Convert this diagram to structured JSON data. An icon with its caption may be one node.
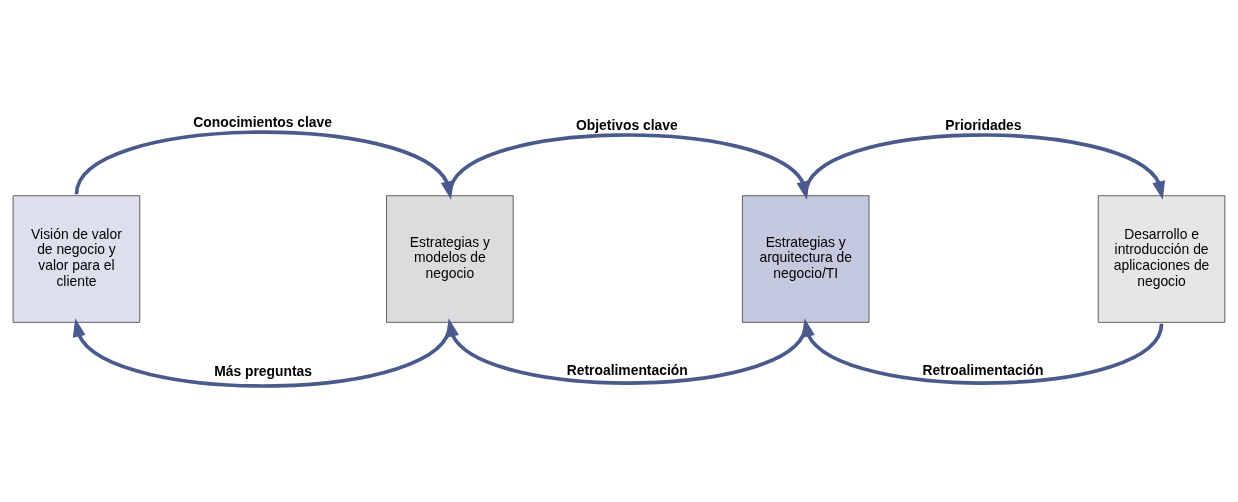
{
  "diagram": {
    "nodes": [
      {
        "text": [
          "Visión de valor de negocio y valor para el cliente"
        ]
      },
      {
        "text": [
          "Estrategias y modelos de negocio"
        ]
      },
      {
        "text": [
          "Estrategias y arquitectura de negocio/TI"
        ]
      },
      {
        "text": [
          "Desarrollo e introducción de aplicaciones de negocio"
        ]
      }
    ],
    "edges": [
      {
        "from": 0,
        "to": 1,
        "arrow": "to",
        "label": "Conocimientos clave"
      },
      {
        "from": 1,
        "to": 2,
        "arrow": "to",
        "label": "Objetivos clave"
      },
      {
        "from": 2,
        "to": 3,
        "arrow": "to",
        "label": "Prioridades"
      },
      {
        "from": 1,
        "to": 0,
        "arrow": "to",
        "label": "Más preguntas"
      },
      {
        "from": 2,
        "to": 1,
        "arrow": "to",
        "label": "Retroalimentación"
      },
      {
        "from": 3,
        "to": 2,
        "arrow": "to",
        "label": "Retroalimentación"
      }
    ]
  }
}
